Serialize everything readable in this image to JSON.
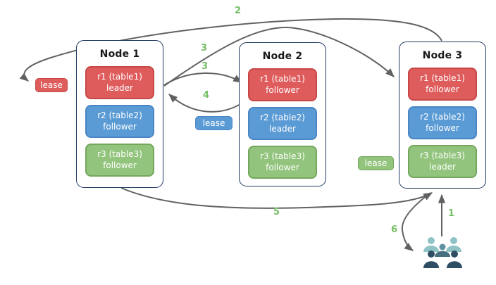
{
  "nodes": [
    {
      "title": "Node 1",
      "replicas": [
        {
          "name": "r1 (table1)",
          "role": "leader",
          "color": "red"
        },
        {
          "name": "r2 (table2)",
          "role": "follower",
          "color": "blue"
        },
        {
          "name": "r3 (table3)",
          "role": "follower",
          "color": "green"
        }
      ]
    },
    {
      "title": "Node 2",
      "replicas": [
        {
          "name": "r1 (table1)",
          "role": "follower",
          "color": "red"
        },
        {
          "name": "r2 (table2)",
          "role": "leader",
          "color": "blue"
        },
        {
          "name": "r3 (table3)",
          "role": "follower",
          "color": "green"
        }
      ]
    },
    {
      "title": "Node 3",
      "replicas": [
        {
          "name": "r1 (table1)",
          "role": "follower",
          "color": "red"
        },
        {
          "name": "r2 (table2)",
          "role": "follower",
          "color": "blue"
        },
        {
          "name": "r3 (table3)",
          "role": "leader",
          "color": "green"
        }
      ]
    }
  ],
  "leases": [
    {
      "label": "lease",
      "color": "red"
    },
    {
      "label": "lease",
      "color": "blue"
    },
    {
      "label": "lease",
      "color": "green"
    }
  ],
  "arrow_labels": {
    "n1": "1",
    "n2": "2",
    "n3a": "3",
    "n3b": "3",
    "n4": "4",
    "n5": "5",
    "n6": "6"
  },
  "icons": {
    "users": "users-group-icon"
  },
  "colors": {
    "replica_red": "#df5c5c",
    "replica_red_border": "#c74747",
    "replica_blue": "#5b9bd5",
    "replica_blue_border": "#4a86c6",
    "replica_green": "#93c47d",
    "replica_green_border": "#74a75c",
    "node_border": "#1f3a5f",
    "arrow": "#616161",
    "number_label": "#76bf66",
    "users_light": "#8fc3c6",
    "users_mid": "#5e92a3",
    "users_mid_dark": "#47707f",
    "users_dark": "#2e4f63",
    "title_text": "#1a1a1a",
    "background": "#ffffff"
  }
}
